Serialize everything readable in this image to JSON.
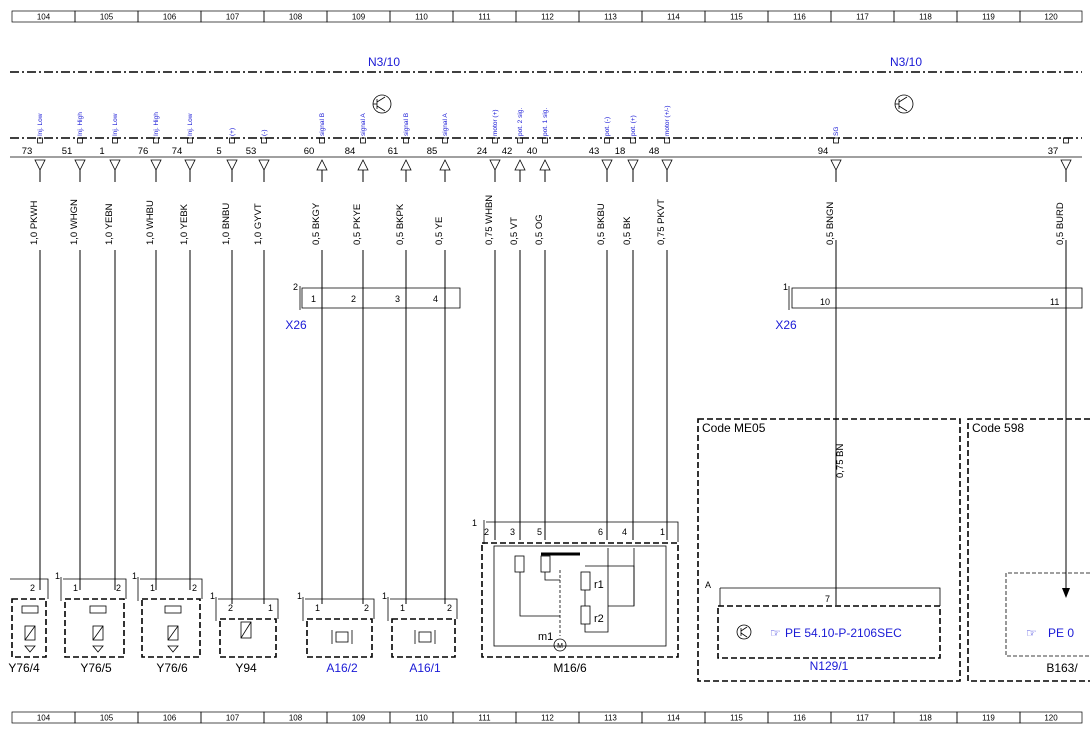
{
  "column_numbers": [
    "104",
    "105",
    "106",
    "107",
    "108",
    "109",
    "110",
    "111",
    "112",
    "113",
    "114",
    "115",
    "116",
    "117",
    "118",
    "119",
    "120"
  ],
  "control_units": [
    {
      "name": "N3/10"
    },
    {
      "name": "N3/10"
    }
  ],
  "connector_pins": [
    {
      "sig": "Inj. Low",
      "pin": "73",
      "wire": "1,0 PKWH"
    },
    {
      "sig": "Inj. High",
      "pin": "51",
      "wire": "1,0 WHGN"
    },
    {
      "sig": "Inj. Low",
      "pin": "1",
      "wire": "1,0 YEBN"
    },
    {
      "sig": "Inj. High",
      "pin": "76",
      "wire": "1,0 WHBU"
    },
    {
      "sig": "Inj. Low",
      "pin": "74",
      "wire": "1,0 YEBK"
    },
    {
      "sig": "(+)",
      "pin": "5",
      "wire": "1,0 BNBU"
    },
    {
      "sig": "(-)",
      "pin": "53",
      "wire": "1,0 GYVT"
    },
    {
      "sig": "signal B",
      "pin": "60",
      "wire": "0,5 BKGY"
    },
    {
      "sig": "signal A",
      "pin": "84",
      "wire": "0,5 PKYE"
    },
    {
      "sig": "signal B",
      "pin": "61",
      "wire": "0,5 BKPK"
    },
    {
      "sig": "signal A",
      "pin": "85",
      "wire": "0,5 YE"
    },
    {
      "sig": "motor (+)",
      "pin": "24",
      "wire": "0,75 WHBN"
    },
    {
      "sig": "pot. 2 sig.",
      "pin": "42",
      "wire": "0,5 VT"
    },
    {
      "sig": "pot. 1 sig.",
      "pin": "40",
      "wire": "0,5 OG"
    },
    {
      "sig": "pot. (-)",
      "pin": "43",
      "wire": "0,5 BKBU"
    },
    {
      "sig": "pot. (+)",
      "pin": "18",
      "wire": "0,5 BK"
    },
    {
      "sig": "motor (+/-)",
      "pin": "48",
      "wire": "0,75 PKVT"
    },
    {
      "sig": "SG",
      "pin": "94",
      "wire": "0,5 BNGN"
    },
    {
      "sig": "",
      "pin": "37",
      "wire": "0,5 BURD"
    }
  ],
  "connectors": [
    {
      "name": "X26",
      "pins": [
        "2",
        "1",
        "2",
        "3",
        "4"
      ]
    },
    {
      "name": "X26",
      "pins": [
        "1",
        "10",
        "11"
      ]
    }
  ],
  "code_boxes": [
    {
      "label": "Code ME05",
      "wire": "0,75 BN"
    },
    {
      "label": "Code 598"
    }
  ],
  "components": [
    {
      "name": "Y76/4",
      "pins": [
        "2"
      ]
    },
    {
      "name": "Y76/5",
      "pins": [
        "1",
        "1",
        "2"
      ]
    },
    {
      "name": "Y76/6",
      "pins": [
        "1",
        "1",
        "2"
      ]
    },
    {
      "name": "Y94",
      "pins": [
        "1",
        "2",
        "1"
      ]
    },
    {
      "name": "A16/2",
      "pins": [
        "1",
        "1",
        "2"
      ]
    },
    {
      "name": "A16/1",
      "pins": [
        "1",
        "1",
        "2"
      ]
    },
    {
      "name": "M16/6",
      "pins": [
        "1",
        "2",
        "3",
        "5",
        "6",
        "4",
        "1"
      ],
      "parts": [
        "r1",
        "r2",
        "m1",
        "M"
      ]
    },
    {
      "name": "N129/1",
      "pins": [
        "A",
        "7"
      ],
      "ref": "PE 54.10-P-2106SEC"
    },
    {
      "name": "B163/",
      "ref": "PE 0"
    }
  ]
}
